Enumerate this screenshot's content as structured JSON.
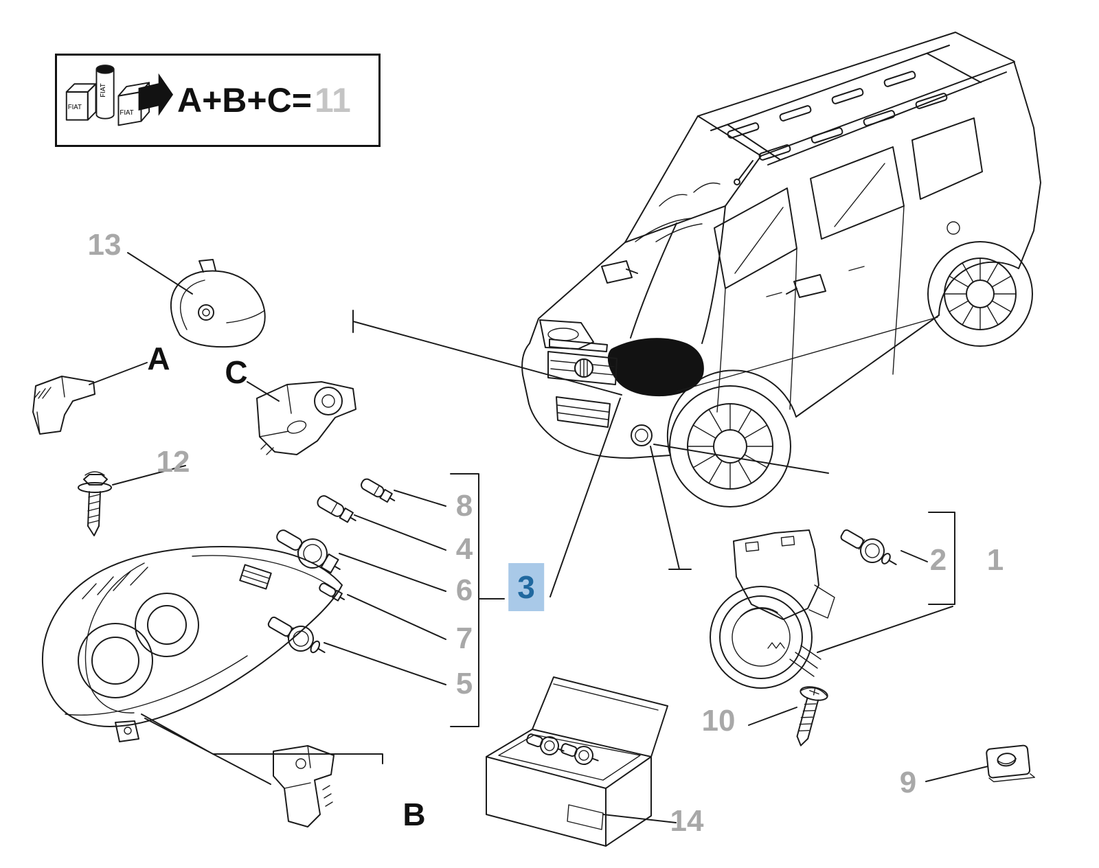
{
  "legend": {
    "formula": "A+B+C=",
    "kit_number": "11",
    "brand": "FIAT"
  },
  "colors": {
    "background": "#ffffff",
    "line": "#1b1b1b",
    "callout_gray": "#a8a8a8",
    "legend_number_gray": "#c4c4c4",
    "highlight_bg": "#a9c9e8",
    "highlight_text": "#20689f"
  },
  "callouts": {
    "c13": "13",
    "cA": "A",
    "cC": "C",
    "c12": "12",
    "c8": "8",
    "c4": "4",
    "c6": "6",
    "c7": "7",
    "c5": "5",
    "c3": "3",
    "c2": "2",
    "c1": "1",
    "c10": "10",
    "c9": "9",
    "c14": "14",
    "cB": "B"
  }
}
